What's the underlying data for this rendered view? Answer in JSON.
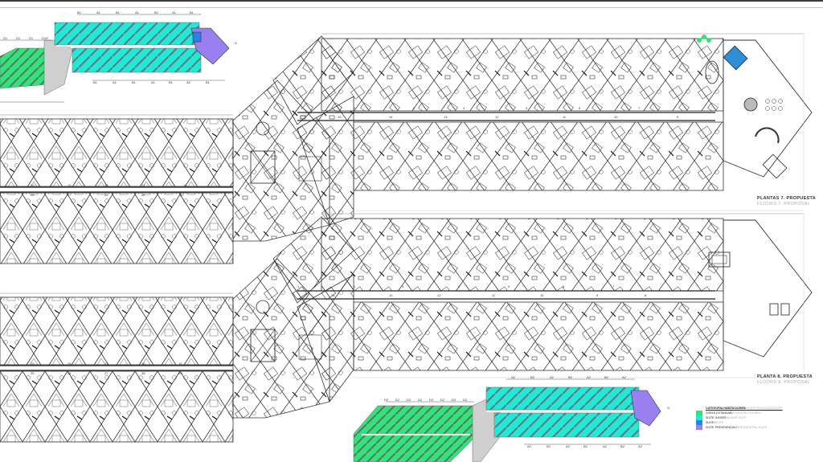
{
  "drawing": {
    "floor7": {
      "title_es": "PLANTAS 7. PROPUESTA",
      "title_en": "FLOORS 7. PROPOSAL",
      "left_wing_upper_rooms": [
        "20",
        "19",
        "18",
        "17",
        "16"
      ],
      "left_wing_lower_rooms": [
        "26",
        "27",
        "28",
        "29",
        "30"
      ],
      "right_wing_upper_rooms": [
        "1",
        "2",
        "3",
        "4",
        "5",
        "6",
        "7"
      ],
      "right_wing_lower_rooms": [
        "15",
        "14",
        "13",
        "12",
        "11",
        "10",
        "9"
      ]
    },
    "floor8": {
      "title_es": "PLANTA 8. PROPUESTA",
      "title_en": "FLOORS 8. PROPOSAL",
      "left_wing_upper_rooms": [
        "19",
        "18",
        "17",
        "16",
        "15"
      ],
      "left_wing_lower_rooms": [
        "25",
        "26",
        "27",
        "28",
        "29"
      ],
      "right_wing_upper_rooms": [
        "1",
        "2",
        "3",
        "4",
        "5",
        "6",
        "7"
      ],
      "right_wing_lower_rooms": [
        "14",
        "13",
        "12",
        "11",
        "10",
        "9",
        "8"
      ]
    },
    "keyplan_top": {
      "upper_labels": [
        "B1",
        "A1",
        "B1",
        "A1",
        "B1",
        "A1",
        "B1"
      ],
      "lower_labels": [
        "B1",
        "A1",
        "B1",
        "A1",
        "B1",
        "A1",
        "B1"
      ],
      "left_labels": [
        "D1",
        "D1",
        "D1",
        "D1R"
      ],
      "end_label": "G"
    },
    "keyplan_bottom": {
      "upper_labels": [
        "A2",
        "B2",
        "A2",
        "B2",
        "A2",
        "B2",
        "A2"
      ],
      "lower_labels": [
        "A2",
        "B2",
        "A2",
        "B2",
        "A2",
        "B2",
        "A2"
      ],
      "left_labels": [
        "D2",
        "D2",
        "D2",
        "D2",
        "D2",
        "D2",
        "D2",
        "D2"
      ],
      "end_label": "G"
    }
  },
  "legend": {
    "title_es": "CATEGORIA HABITACIONES/",
    "title_en": " GUESTROOM CATEGORY",
    "items": [
      {
        "es": "DOBLE ESTANDAR/",
        "en": " STANDARD DOUBLE",
        "color": "#33e27a"
      },
      {
        "es": "SUITE JUNIOR/",
        "en": " JUNIOR SUITE",
        "color": "#22e8d8"
      },
      {
        "es": "SUITE/",
        "en": " SUITE",
        "color": "#2f7fe6"
      },
      {
        "es": "SUITE PRESIDENCIAL/",
        "en": " PRESIDENTIAL SUITE",
        "color": "#9a7ff0"
      }
    ]
  },
  "colors": {
    "line": "#2a2a2a",
    "standard_double": "#33e27a",
    "junior_suite": "#22e8d8",
    "suite": "#2f7fe6",
    "presidential": "#9a7ff0",
    "pool": "#2f8fd6"
  }
}
